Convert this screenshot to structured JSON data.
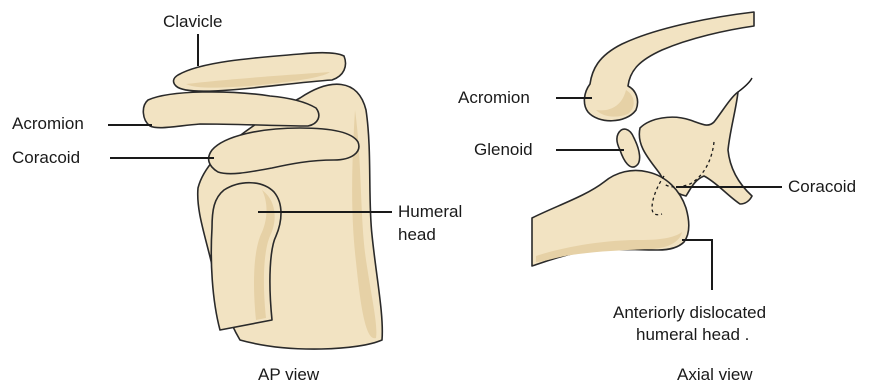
{
  "ap_view": {
    "caption": "AP view",
    "labels": {
      "clavicle": "Clavicle",
      "acromion": "Acromion",
      "coracoid": "Coracoid",
      "humeral_head_line1": "Humeral",
      "humeral_head_line2": "head"
    }
  },
  "axial_view": {
    "caption": "Axial view",
    "labels": {
      "acromion": "Acromion",
      "glenoid": "Glenoid",
      "coracoid": "Coracoid",
      "dislocated_line1": "Anteriorly dislocated",
      "dislocated_line2": "humeral head ."
    }
  }
}
